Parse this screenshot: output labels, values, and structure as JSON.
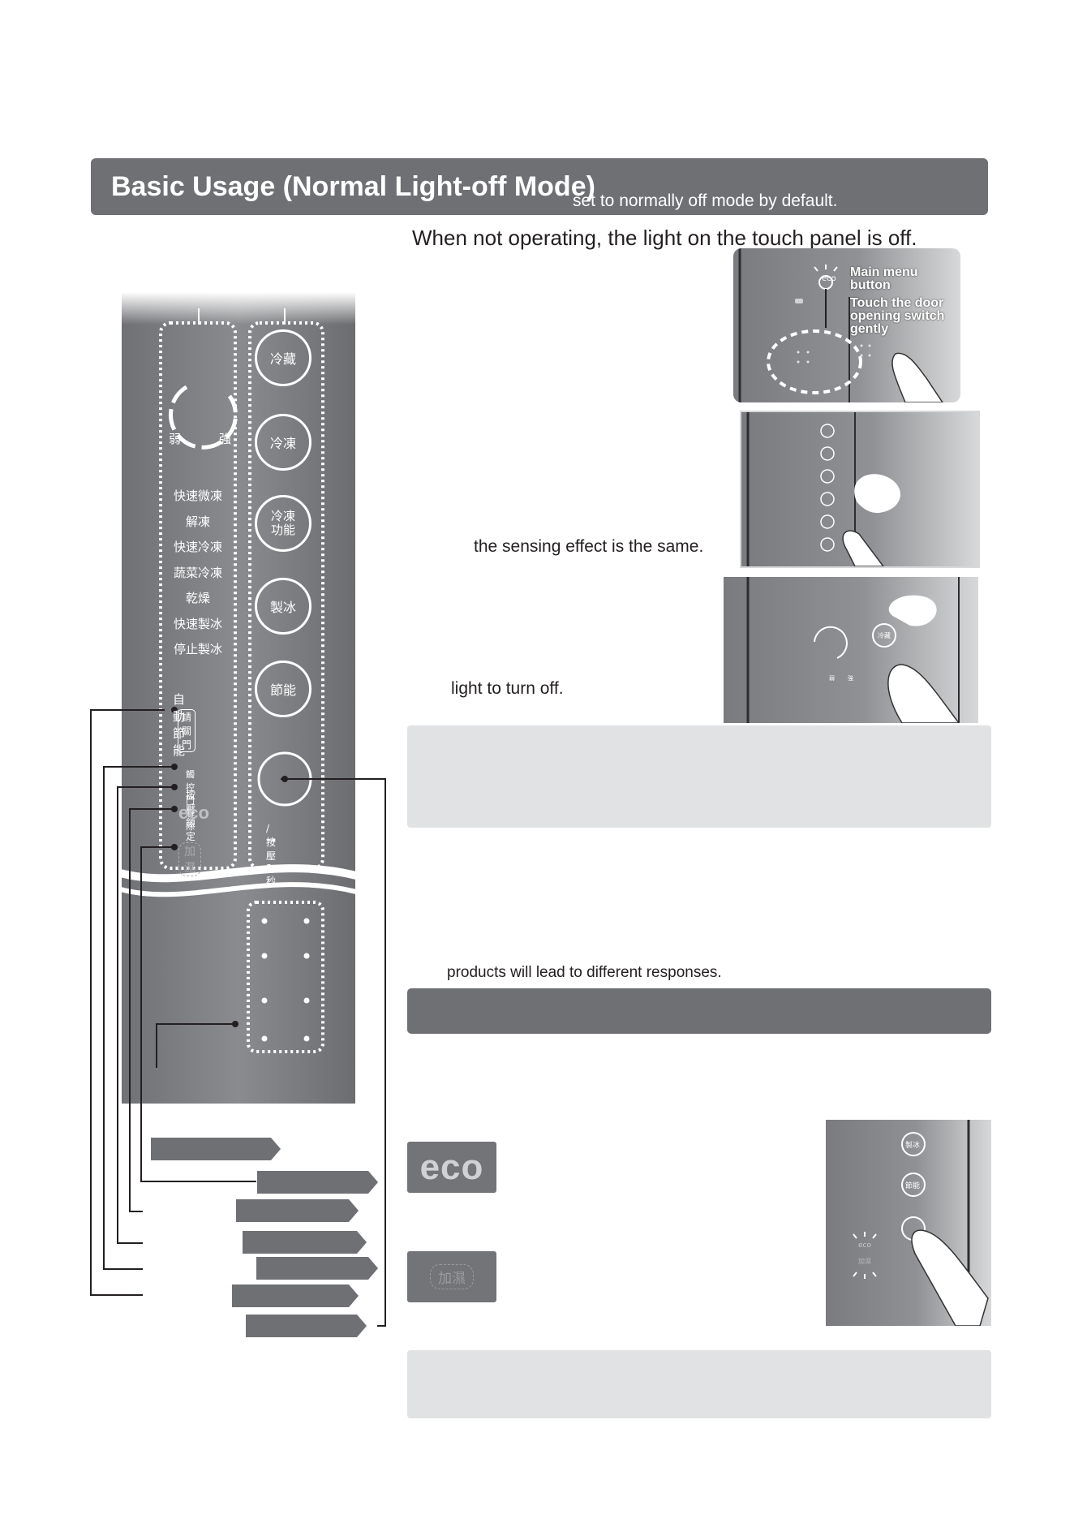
{
  "header": {
    "title": "Basic Usage (Normal Light-off Mode)",
    "subtitle": "set to normally off mode by default."
  },
  "intro": "When not operating, the light on the touch panel is off.",
  "lines": {
    "sensing": "the sensing effect is the same.",
    "turn_off": "light to turn off.",
    "products": "products will lead to different responses."
  },
  "photo1": {
    "main_menu_label": "Main menu button",
    "door_switch_label": "Touch the door opening switch gently",
    "eco_text": "eco"
  },
  "panel": {
    "dial_weak": "弱",
    "dial_strong": "強",
    "modes": [
      "快速微凍",
      "解凍",
      "快速冷凍",
      "蔬菜冷凍",
      "乾燥",
      "快速製冰",
      "停止製冰"
    ],
    "auto_save": "自動節能",
    "close_door": "請關門",
    "door_release": "觸控門解除",
    "lock": "按壓鎖定",
    "eco": "eco",
    "humidify": "加濕",
    "buttons": [
      {
        "l1": "冷藏",
        "l2": ""
      },
      {
        "l1": "冷凍",
        "l2": ""
      },
      {
        "l1": "冷凍",
        "l2": "功能"
      },
      {
        "l1": "製冰",
        "l2": ""
      },
      {
        "l1": "節能",
        "l2": ""
      }
    ],
    "hold3": "按壓3秒",
    "lock_sym": "/ ⊶"
  },
  "photo3": {
    "btn": "冷藏",
    "weak": "弱",
    "strong": "強"
  },
  "photo4": {
    "btn1": "製冰",
    "btn2": "節能",
    "eco": "eco",
    "humid": "加濕"
  },
  "icons": {
    "eco_label": "eco",
    "humidify_label": "加濕"
  }
}
